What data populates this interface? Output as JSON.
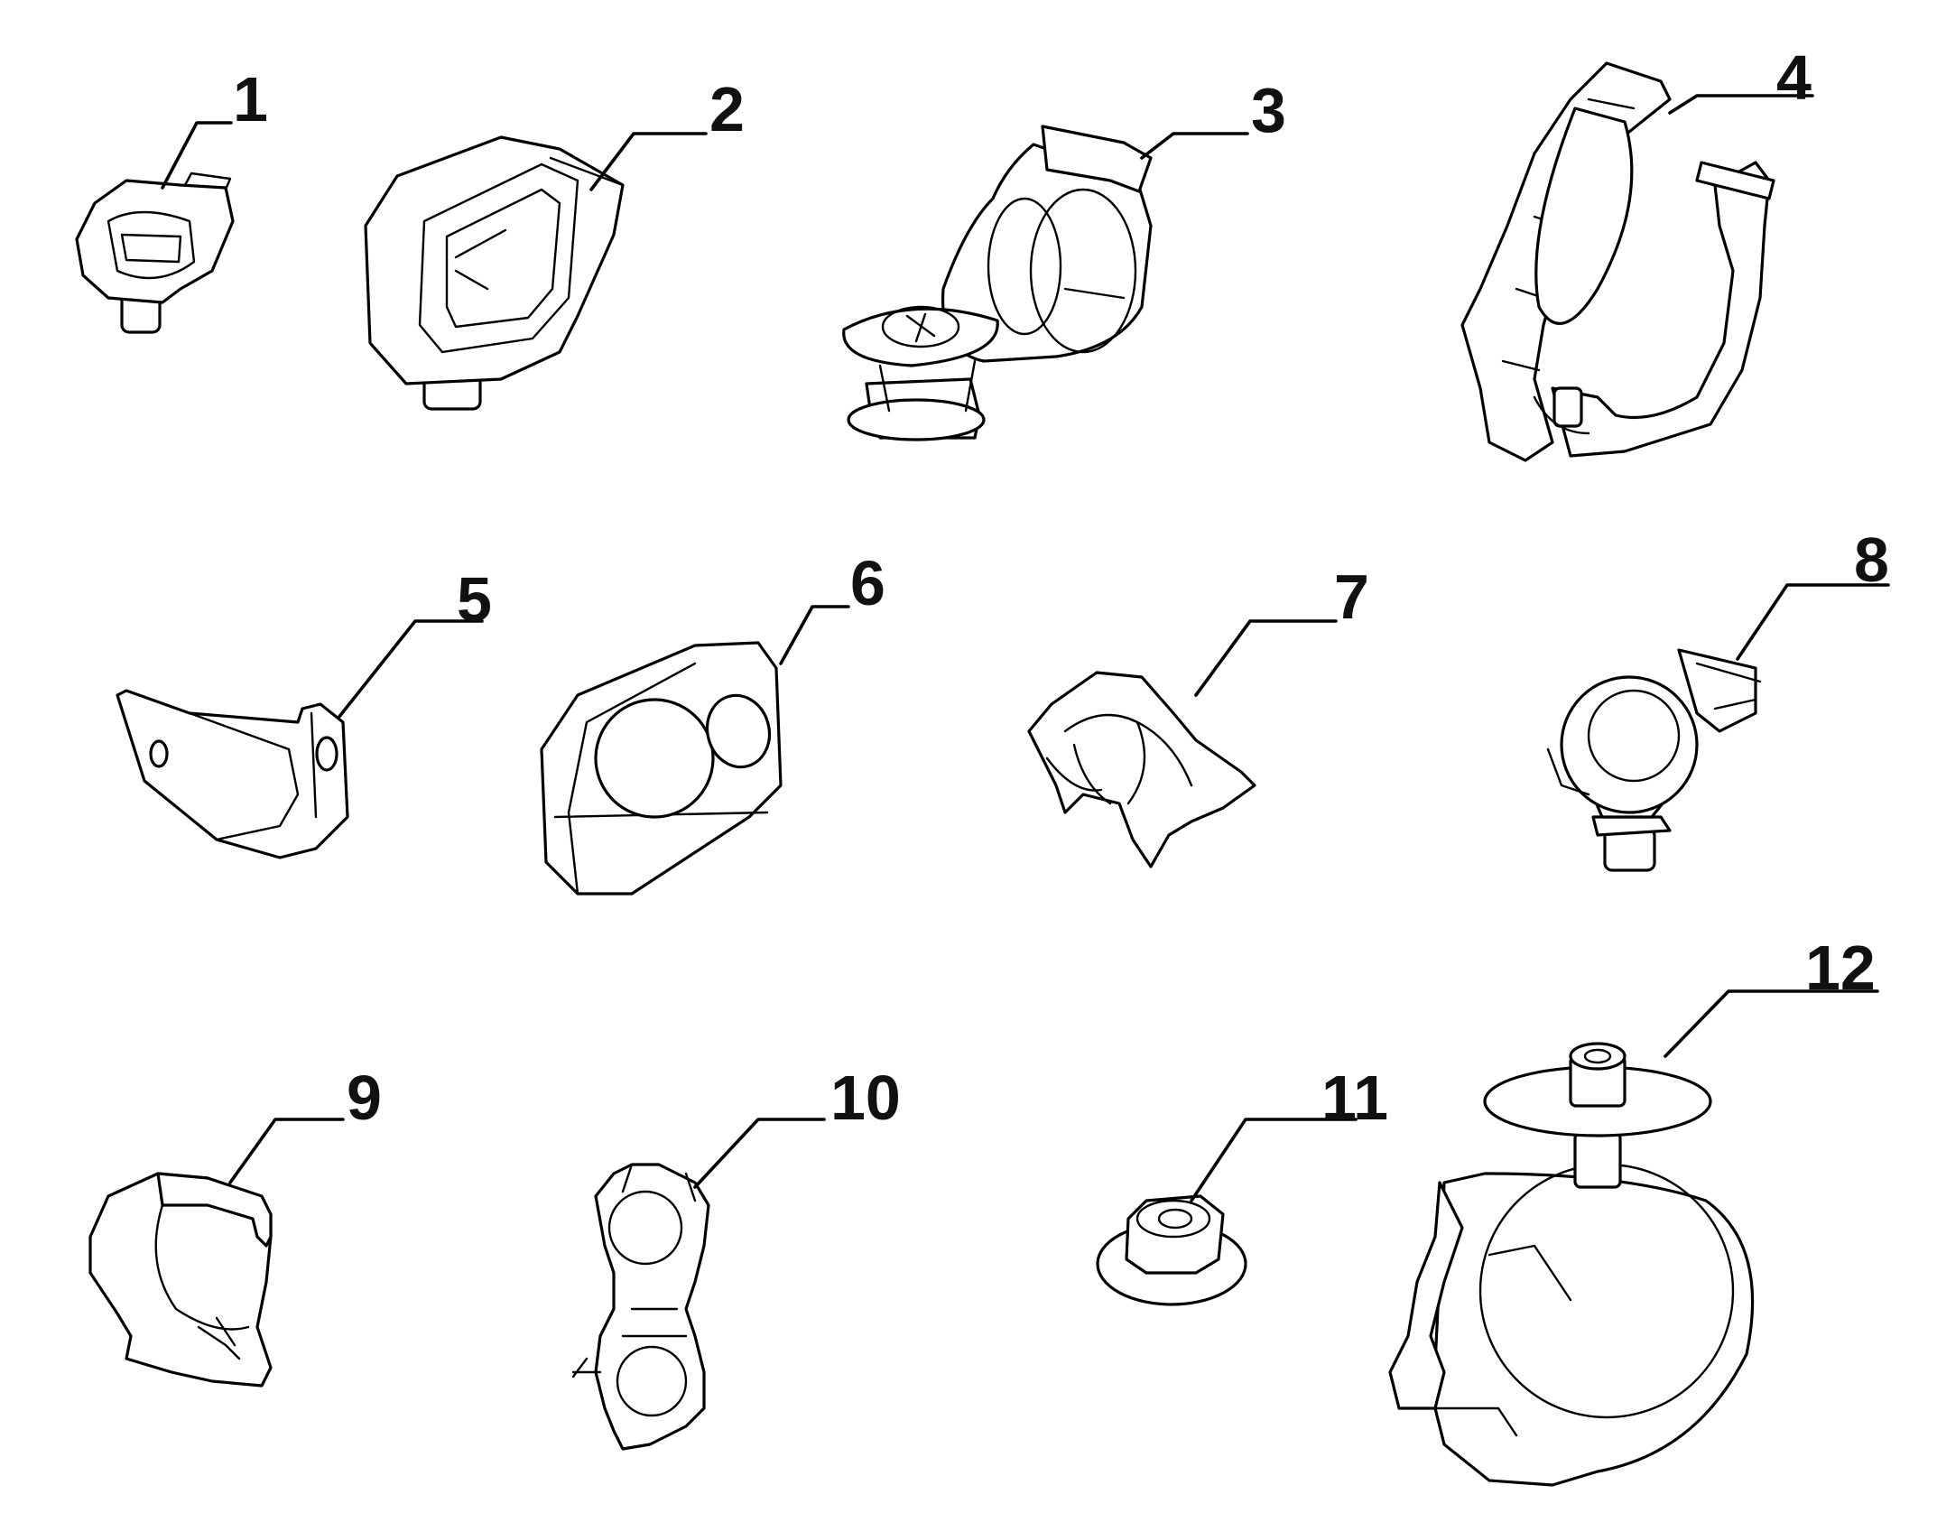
{
  "callouts": [
    {
      "id": 1,
      "label": "1"
    },
    {
      "id": 2,
      "label": "2"
    },
    {
      "id": 3,
      "label": "3"
    },
    {
      "id": 4,
      "label": "4"
    },
    {
      "id": 5,
      "label": "5"
    },
    {
      "id": 6,
      "label": "6"
    },
    {
      "id": 7,
      "label": "7"
    },
    {
      "id": 8,
      "label": "8"
    },
    {
      "id": 9,
      "label": "9"
    },
    {
      "id": 10,
      "label": "10"
    },
    {
      "id": 11,
      "label": "11"
    },
    {
      "id": 12,
      "label": "12"
    }
  ],
  "colors": {
    "line": "#000000",
    "background": "#ffffff",
    "text": "#111111"
  }
}
